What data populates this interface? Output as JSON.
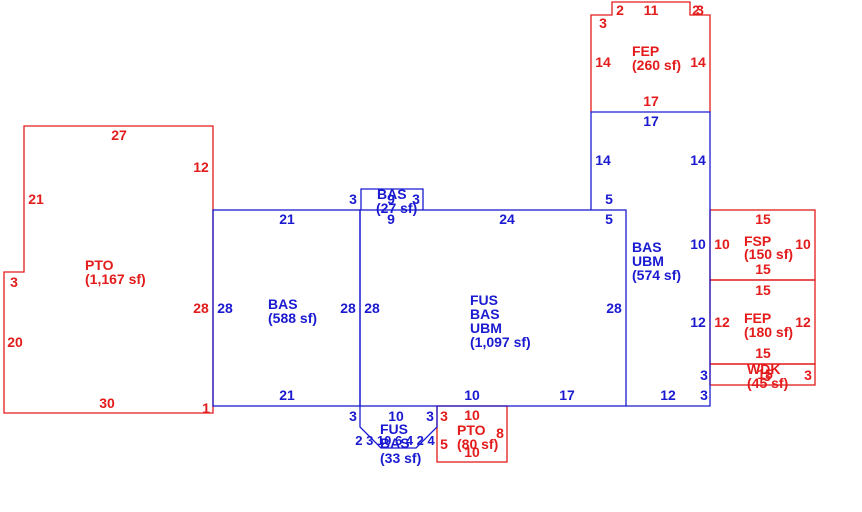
{
  "colors": {
    "red": "#e31b1b",
    "blue": "#1a1ad1"
  },
  "areas": {
    "pto_main": {
      "code": "PTO",
      "area": "(1,167 sf)"
    },
    "bas_left": {
      "code": "BAS",
      "area": "(588 sf)"
    },
    "bas_small": {
      "code": "BAS",
      "area": "(27 sf)"
    },
    "center": {
      "l1": "FUS",
      "l2": "BAS",
      "l3": "UBM",
      "area": "(1,097 sf)"
    },
    "bas_ubm": {
      "l1": "BAS",
      "l2": "UBM",
      "area": "(574 sf)"
    },
    "fep_top": {
      "code": "FEP",
      "area": "(260 sf)"
    },
    "fsp": {
      "code": "FSP",
      "area": "(150 sf)"
    },
    "fep_mid": {
      "code": "FEP",
      "area": "(180 sf)"
    },
    "wdk": {
      "code": "WDK",
      "area": "(45 sf)"
    },
    "pto_small": {
      "code": "PTO",
      "area": "(80 sf)"
    },
    "fus_bay": {
      "l1": "FUS",
      "l2": "BAS",
      "area": "(33 sf)"
    }
  },
  "dims": {
    "pto_top": "27",
    "pto_r_upper": "12",
    "pto_l_upper": "21",
    "pto_step": "3",
    "pto_r_lower": "28",
    "pto_l_lower": "20",
    "pto_bottom": "30",
    "pto_br": "1",
    "basl_top": "21",
    "basl_left": "28",
    "basl_right": "28",
    "basl_bottom": "21",
    "bump_l": "3",
    "bump_r": "3",
    "bump_b": "9",
    "bump_t": "9",
    "c_top": "24",
    "c_left": "28",
    "c_right": "28",
    "c_tr": "5",
    "c_bot1": "10",
    "c_bot2": "17",
    "c_bl": "3",
    "bay_t": "10",
    "bay_r": "3",
    "bay_digits": "2 3 10 6 4 2 4",
    "ubm_top": "17",
    "ubm_l": "14",
    "ubm_r": "14",
    "ubm_l5": "5",
    "ubm_r10": "10",
    "ubm_r12": "12",
    "ubm_r3a": "3",
    "ubm_r3b": "3",
    "ubm_bot": "12",
    "fep_l": "14",
    "fep_r": "14",
    "fep_bot": "17",
    "fep_tl": "3",
    "fep_t2": "2",
    "fep_t11": "11",
    "fep_tr": "2",
    "fep_tr3": "3",
    "fsp_t": "15",
    "fsp_l": "10",
    "fsp_r": "10",
    "fsp_b": "15",
    "fepm_t": "15",
    "fepm_l": "12",
    "fepm_r": "12",
    "fepm_b": "15",
    "wdk_r": "3",
    "wdk_15": "15",
    "wdk_3": "3",
    "ptos_t": "10",
    "ptos_l3": "3",
    "ptos_l5": "5",
    "ptos_r": "8",
    "ptos_b": "10"
  }
}
